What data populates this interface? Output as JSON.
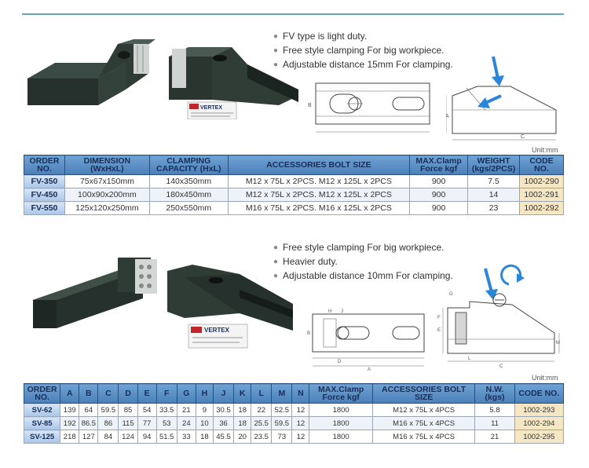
{
  "section1": {
    "bullets": [
      "FV type is light duty.",
      "Free style clamping For big workpiece.",
      "Adjustable distance 15mm For clamping."
    ],
    "label_brand": "VERTEX",
    "unit": "Unit:mm",
    "headers": [
      "ORDER NO.",
      "DIMENSION (WxHxL)",
      "CLAMPING CAPACITY (HxL)",
      "ACCESSORIES BOLT SIZE",
      "MAX.Clamp Force kgf",
      "WEIGHT (kgs/2PCS)",
      "CODE NO."
    ],
    "rows": [
      [
        "FV-350",
        "75x67x150mm",
        "140x350mm",
        "M12 x 75L x 2PCS. M12 x 125L x 2PCS",
        "900",
        "7.5",
        "1002-290"
      ],
      [
        "FV-450",
        "100x90x200mm",
        "180x450mm",
        "M12 x 75L x 2PCS. M12 x 125L x 2PCS",
        "900",
        "14",
        "1002-291"
      ],
      [
        "FV-550",
        "125x120x250mm",
        "250x550mm",
        "M16 x 75L x 2PCS. M16 x 125L x 2PCS",
        "900",
        "23",
        "1002-292"
      ]
    ]
  },
  "section2": {
    "bullets": [
      "Free style clamping For big workpiece.",
      "Heavier duty.",
      "Adjustable distance 10mm For clamping."
    ],
    "label_brand": "VERTEX",
    "unit": "Unit:mm",
    "headers": [
      "ORDER NO.",
      "A",
      "B",
      "C",
      "D",
      "E",
      "F",
      "G",
      "H",
      "J",
      "K",
      "L",
      "M",
      "N",
      "MAX.Clamp Force kgf",
      "ACCESSORIES BOLT SIZE",
      "N.W. (kgs)",
      "CODE NO."
    ],
    "rows": [
      [
        "SV-62",
        "139",
        "64",
        "59.5",
        "85",
        "54",
        "33.5",
        "21",
        "9",
        "30.5",
        "18",
        "22",
        "52.5",
        "12",
        "1800",
        "M12 x 75L x 4PCS",
        "5.8",
        "1002-293"
      ],
      [
        "SV-85",
        "192",
        "86.5",
        "86",
        "115",
        "77",
        "53",
        "24",
        "10",
        "36",
        "18",
        "25.5",
        "59.5",
        "12",
        "1800",
        "M16 x 75L x 4PCS",
        "11",
        "1002-294"
      ],
      [
        "SV-125",
        "218",
        "127",
        "84",
        "124",
        "94",
        "51.5",
        "33",
        "18",
        "45.5",
        "20",
        "23.5",
        "73",
        "12",
        "1800",
        "M16 x 75L x 4PCS",
        "21",
        "1002-295"
      ]
    ]
  },
  "drawing_labels": {
    "fv_side": [
      "B",
      "A",
      "C"
    ],
    "sv_front": [
      "H",
      "J",
      "B",
      "D",
      "A"
    ],
    "sv_side": [
      "G",
      "F",
      "E",
      "L",
      "C",
      "M"
    ]
  }
}
